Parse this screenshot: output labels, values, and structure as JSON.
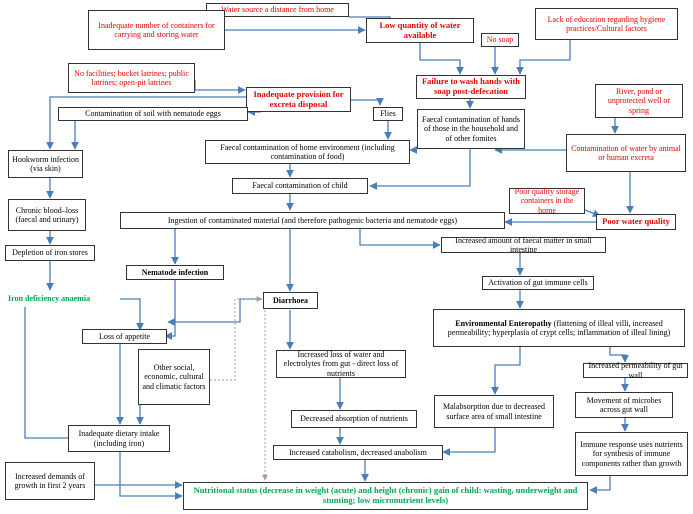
{
  "nodes": {
    "water_source": "Water source a distance from  home",
    "containers": "Inadequate number of containers for carrying and storing water",
    "low_quantity": "Low quantity of water available",
    "no_soap": "No soap",
    "lack_education": "Lack of education regarding hygiene practices/Cultural factors",
    "no_facilities": "No facilities; bucket latrines; public latrines; open-pit latrines",
    "inadequate_provision": "Inadequate provision for excreta disposal",
    "failure_wash": "Failure to wash hands with soap post-defecation",
    "river": "River, pond or unprotected well or spring",
    "soil_contamination": "Contamination of soil with nematode eggs",
    "flies": "Flies",
    "faecal_hands": "Faecal contamination of hands of those in the household and of other fomites",
    "contamination_water": "Contamination of water by animal or human excreta",
    "hookworm": "Hookworm infection (via skin)",
    "faecal_home": "Faecal contamination of home environment (including contamination of food)",
    "faecal_child": "Faecal contamination of child",
    "poor_storage": "Poor quality storage containers in the home",
    "chronic_blood": "Chronic blood–loss (faecal and urinary)",
    "ingestion": "Ingestion of  contaminated material (and therefore pathogenic bacteria and  nematode eggs)",
    "poor_water_quality": "Poor water quality",
    "depletion_iron": "Depletion of iron stores",
    "increased_faecal": "Increased amount of faecal matter in small intestine",
    "nematode_infection": "Nematode infection",
    "activation_gut": "Activation of  gut immune cells",
    "iron_anaemia": "Iron deficiency anaemia",
    "diarrhoea": "Diarrhoea",
    "env_title": "Environmental Enteropathy",
    "env_text": " (flattening of illeal villi, increased permeability; hyperplasia of crypt cells; inflammation of illeal lining)",
    "loss_appetite": "Loss of appetite",
    "other_factors": "Other social, economic, cultural and climatic factors",
    "increased_loss": "Increased  loss of water and electrolytes from gut - direct loss of nutrients",
    "increased_permeability": "Increased permeability of gut wall",
    "malabsorption": "Malabsorption due to decreased surface area of small intestine",
    "decreased_absorption": "Decreased absorption of nutrients",
    "movement_microbes": "Movement of microbes across gut wall",
    "inadequate_diet": "Inadequate dietary intake (including iron)",
    "catabolism": "Increased catabolism, decreased anabolism",
    "immune_response": "Immune response uses nutrients for synthesis of immune components rather than growth",
    "increased_demands": "Increased demands of growth in first 2 years",
    "nutritional_status": "Nutritional status (decrease in weight (acute) and height (chronic) gain of child: wasting, underweight and stunting; low micronutrient levels)"
  },
  "colors": {
    "arrow": "#4a7ebb",
    "dotted": "#a0a0a0",
    "red": "#e00000",
    "green": "#00a651"
  }
}
